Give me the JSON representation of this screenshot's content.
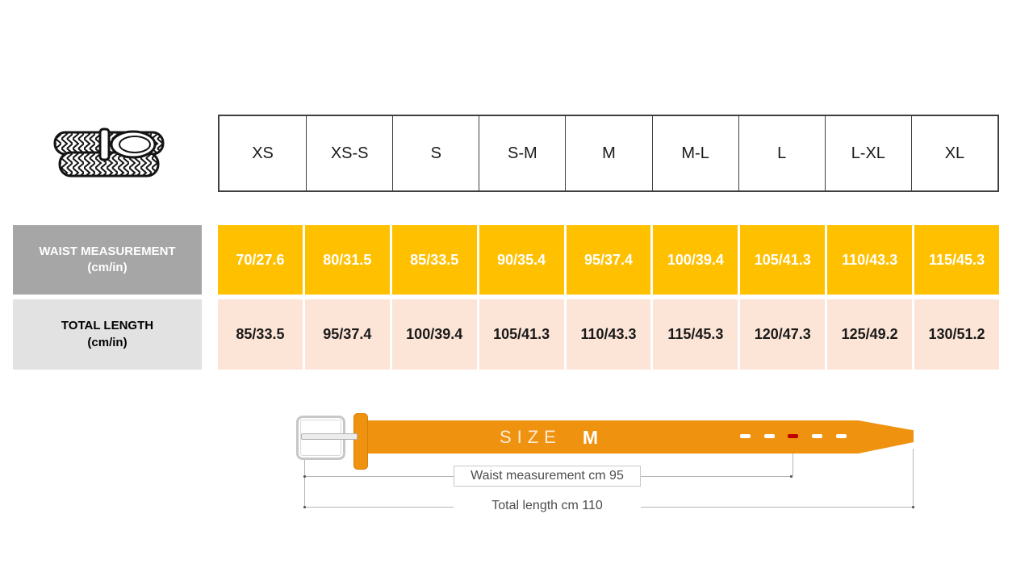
{
  "size_table": {
    "sizes": [
      "XS",
      "XS-S",
      "S",
      "S-M",
      "M",
      "M-L",
      "L",
      "L-XL",
      "XL"
    ],
    "waist_row": {
      "label": "WAIST MEASUREMENT",
      "unit": "(cm/in)",
      "values": [
        "70/27.6",
        "80/31.5",
        "85/33.5",
        "90/35.4",
        "95/37.4",
        "100/39.4",
        "105/41.3",
        "110/43.3",
        "115/45.3"
      ]
    },
    "length_row": {
      "label": "TOTAL LENGTH",
      "unit": "(cm/in)",
      "values": [
        "85/33.5",
        "95/37.4",
        "100/39.4",
        "105/41.3",
        "110/43.3",
        "115/45.3",
        "120/47.3",
        "125/49.2",
        "130/51.2"
      ]
    }
  },
  "belt_diagram": {
    "size_word": "SIZE",
    "size_value": "M",
    "waist_measure_label": "Waist measurement cm 95",
    "total_length_label": "Total length cm 110"
  },
  "colors": {
    "waist_row_bg": "#FFC000",
    "length_row_bg": "#FCE4D6",
    "waist_label_bg": "#A6A6A6",
    "length_label_bg": "#E3E2E2",
    "belt_orange": "#EF9210",
    "highlight_hole_red": "#C00000"
  }
}
